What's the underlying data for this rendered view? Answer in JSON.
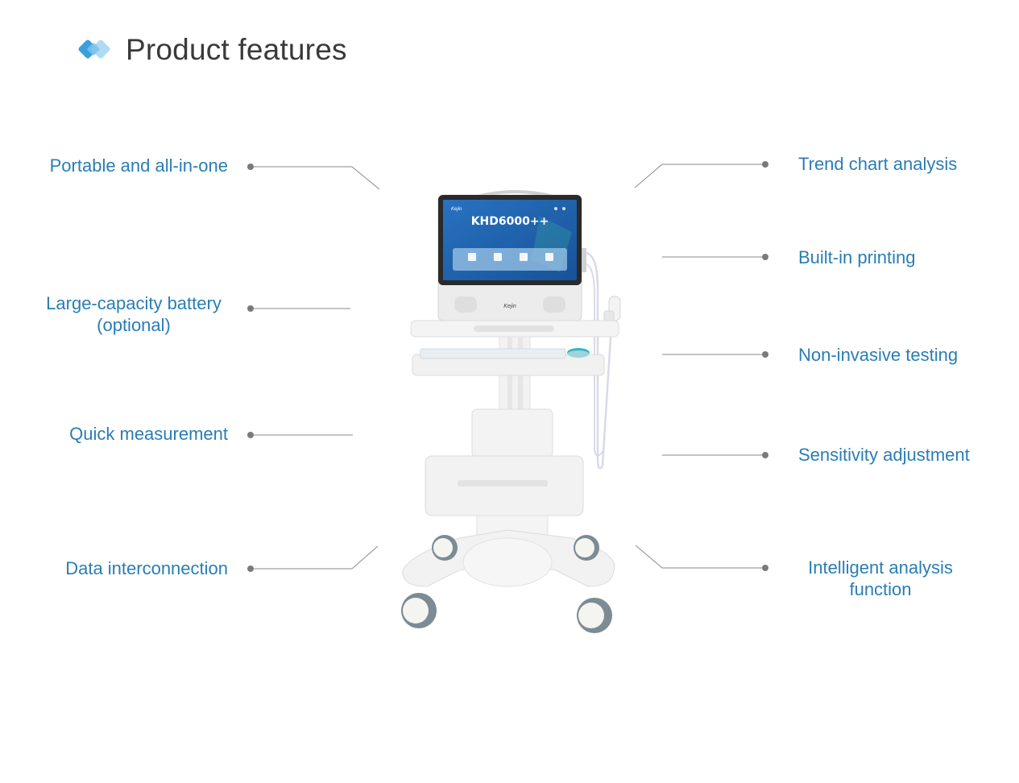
{
  "header": {
    "title": "Product features",
    "icon": "diamond-logo-icon",
    "accent_colors": [
      "#3a9fdc",
      "#a9d7f3"
    ]
  },
  "features": {
    "left": [
      "Portable and all-in-one",
      "Large-capacity battery (optional)",
      "Quick measurement",
      "Data interconnection"
    ],
    "right": [
      "Trend chart analysis",
      "Built-in printing",
      "Non-invasive testing",
      "Sensitivity adjustment",
      "Intelligent analysis function"
    ]
  },
  "device": {
    "brand": "Kejin",
    "model": "KHD6000++",
    "screen_color": "#1e5fa8",
    "body_color": "#eeeeee"
  },
  "colors": {
    "label": "#2a7db5",
    "leader_line": "#8a8a8a",
    "title": "#3a3a3a"
  }
}
